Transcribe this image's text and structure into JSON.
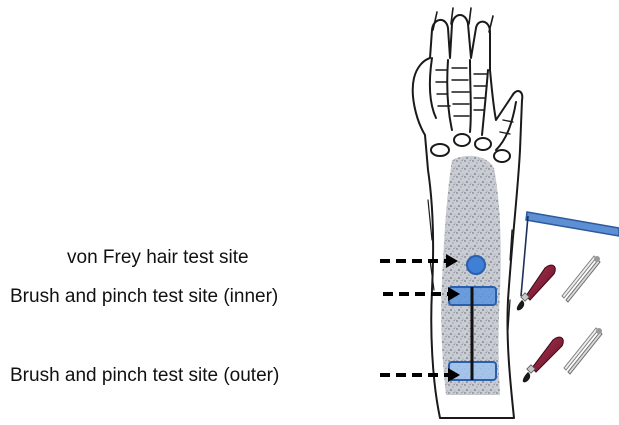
{
  "labels": {
    "von_frey": "von Frey hair test site",
    "brush_inner": "Brush and pinch test site (inner)",
    "brush_outer": "Brush and pinch test site (outer)"
  },
  "icons": [
    "rat-hind-paw-illustration",
    "von-frey-filament-icon",
    "paintbrush-icon",
    "forceps-icon",
    "dashed-arrow-icon"
  ],
  "colors": {
    "marker_fill": "#3f7fd6",
    "marker_stroke": "#2a5fae",
    "filament": "#5d8fd4",
    "brush_handle": "#8a1f3a",
    "arrow": "#000000"
  }
}
